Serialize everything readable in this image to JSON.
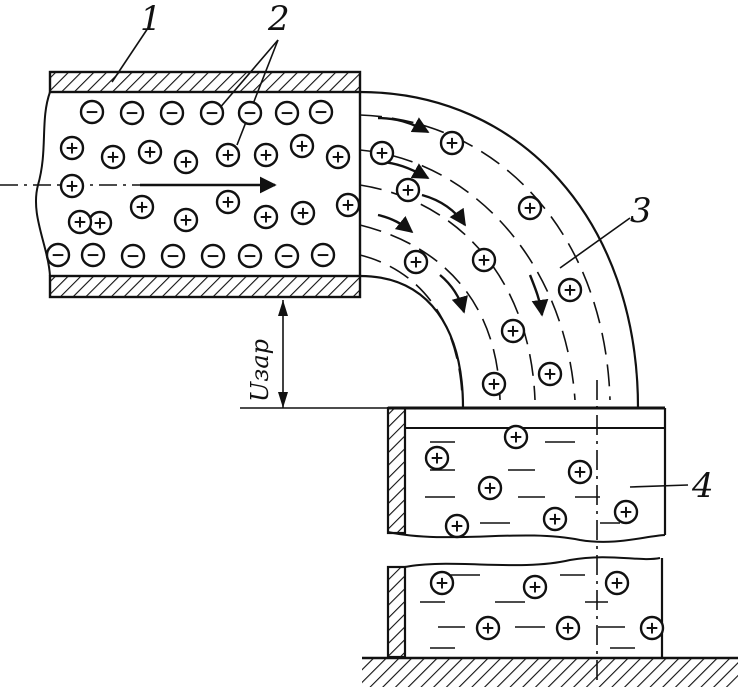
{
  "labels": {
    "pipe": "1",
    "ions": "2",
    "charged_flow": "3",
    "tank_liquid": "4",
    "charge_voltage": "Uзар"
  },
  "symbols": {
    "positive": "+",
    "negative": "−"
  },
  "colors": {
    "ink": "#111111",
    "background": "#ffffff"
  }
}
